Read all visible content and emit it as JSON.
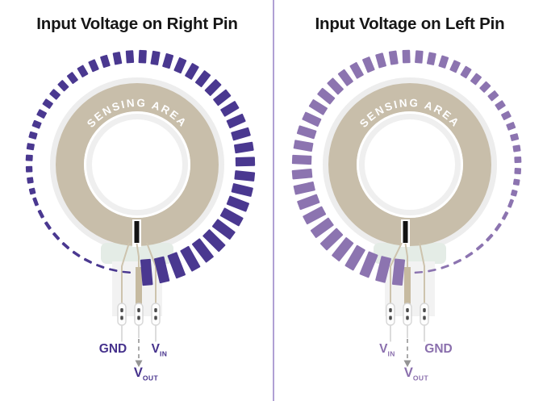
{
  "panels": [
    {
      "title": "Input Voltage on Right Pin",
      "sensing_area_label": "SENSING AREA",
      "labels": {
        "gnd": "GND",
        "vin_main": "V",
        "vin_sub": "IN",
        "vout_main": "V",
        "vout_sub": "OUT"
      },
      "gnd_position": "left",
      "vin_position": "right",
      "tick_color": "#4a3890",
      "label_color": "#46328c"
    },
    {
      "title": "Input Voltage on Left Pin",
      "sensing_area_label": "SENSING AREA",
      "labels": {
        "gnd": "GND",
        "vin_main": "V",
        "vin_sub": "IN",
        "vout_main": "V",
        "vout_sub": "OUT"
      },
      "gnd_position": "right",
      "vin_position": "left",
      "tick_color": "#8c74b0",
      "label_color": "#8a6fad"
    }
  ],
  "colors": {
    "background": "#ffffff",
    "title": "#161616",
    "sensing_text": "#ffffff",
    "ring": "#c8beaa",
    "halo": "#ededed",
    "inner_halo": "#efefef",
    "mint": "#e4ece6",
    "tab": "#f2f2f2",
    "trace": "#cdc3ad",
    "wiper": "#c6baa0",
    "notch": "#131313",
    "pin_fill": "#fdfdfd",
    "pin_stroke": "#d6d6d6",
    "pin_hole": "#4b4b4b",
    "wire": "#dcdcdc",
    "arrow": "#949494",
    "divider": "#b0a0d4"
  }
}
